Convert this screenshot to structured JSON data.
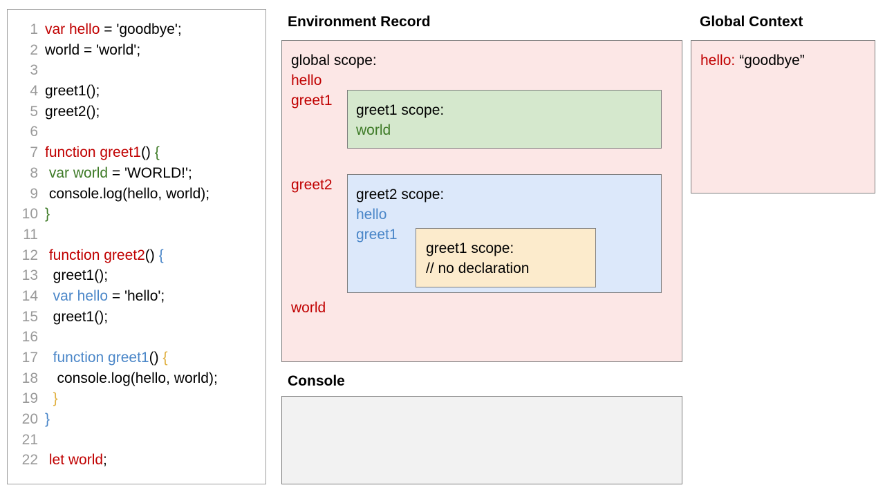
{
  "code_panel": {
    "lines": [
      {
        "num": "1",
        "segments": [
          {
            "text": "var hello",
            "color": "red"
          },
          {
            "text": " = 'goodbye';",
            "color": "black"
          }
        ]
      },
      {
        "num": "2",
        "segments": [
          {
            "text": "world = 'world';",
            "color": "black"
          }
        ]
      },
      {
        "num": "3",
        "segments": [
          {
            "text": "",
            "color": "black"
          }
        ]
      },
      {
        "num": "4",
        "segments": [
          {
            "text": "greet1();",
            "color": "black"
          }
        ]
      },
      {
        "num": "5",
        "segments": [
          {
            "text": "greet2();",
            "color": "black"
          }
        ]
      },
      {
        "num": "6",
        "segments": [
          {
            "text": "",
            "color": "black"
          }
        ]
      },
      {
        "num": "7",
        "segments": [
          {
            "text": "function greet1",
            "color": "red"
          },
          {
            "text": "() ",
            "color": "black"
          },
          {
            "text": "{",
            "color": "green"
          }
        ]
      },
      {
        "num": "8",
        "segments": [
          {
            "text": " ",
            "color": "black"
          },
          {
            "text": "var world",
            "color": "green"
          },
          {
            "text": " = 'WORLD!';",
            "color": "black"
          }
        ]
      },
      {
        "num": "9",
        "segments": [
          {
            "text": " console.log(hello, world);",
            "color": "black"
          }
        ]
      },
      {
        "num": "10",
        "segments": [
          {
            "text": "}",
            "color": "green"
          }
        ]
      },
      {
        "num": "11",
        "segments": [
          {
            "text": "",
            "color": "black"
          }
        ]
      },
      {
        "num": "12",
        "segments": [
          {
            "text": " ",
            "color": "black"
          },
          {
            "text": "function greet2",
            "color": "red"
          },
          {
            "text": "() ",
            "color": "black"
          },
          {
            "text": "{",
            "color": "blue"
          }
        ]
      },
      {
        "num": "13",
        "segments": [
          {
            "text": "  greet1();",
            "color": "black"
          }
        ]
      },
      {
        "num": "14",
        "segments": [
          {
            "text": "  ",
            "color": "black"
          },
          {
            "text": "var hello",
            "color": "blue"
          },
          {
            "text": " = 'hello';",
            "color": "black"
          }
        ]
      },
      {
        "num": "15",
        "segments": [
          {
            "text": "  greet1();",
            "color": "black"
          }
        ]
      },
      {
        "num": "16",
        "segments": [
          {
            "text": "",
            "color": "black"
          }
        ]
      },
      {
        "num": "17",
        "segments": [
          {
            "text": "  ",
            "color": "black"
          },
          {
            "text": "function greet1",
            "color": "blue"
          },
          {
            "text": "() ",
            "color": "black"
          },
          {
            "text": "{",
            "color": "yellow"
          }
        ]
      },
      {
        "num": "18",
        "segments": [
          {
            "text": "   console.log(hello, world);",
            "color": "black"
          }
        ]
      },
      {
        "num": "19",
        "segments": [
          {
            "text": "  ",
            "color": "black"
          },
          {
            "text": "}",
            "color": "yellow"
          }
        ]
      },
      {
        "num": "20",
        "segments": [
          {
            "text": "}",
            "color": "blue"
          }
        ]
      },
      {
        "num": "21",
        "segments": [
          {
            "text": "",
            "color": "black"
          }
        ]
      },
      {
        "num": "22",
        "segments": [
          {
            "text": " ",
            "color": "black"
          },
          {
            "text": "let world",
            "color": "red"
          },
          {
            "text": ";",
            "color": "black"
          }
        ]
      }
    ]
  },
  "environment_record": {
    "heading": "Environment Record",
    "global_scope_title": "global scope:",
    "global_bindings": [
      "hello",
      "greet1",
      "greet2",
      "world"
    ],
    "greet1_scope": {
      "title": "greet1 scope:",
      "bindings": [
        "world"
      ]
    },
    "greet2_scope": {
      "title": "greet2 scope:",
      "bindings": [
        "hello",
        "greet1"
      ],
      "inner_greet1_scope": {
        "title": "greet1 scope:",
        "note": "// no declaration"
      }
    }
  },
  "console": {
    "heading": "Console",
    "output": ""
  },
  "global_context": {
    "heading": "Global Context",
    "entries": [
      {
        "key": "hello:",
        "value": "“goodbye”"
      }
    ]
  },
  "colors": {
    "red": "#c00000",
    "green": "#3d7a26",
    "blue": "#4a86c8",
    "yellow": "#e0b040",
    "pink_fill": "#fce7e6",
    "green_fill": "#d5e8cd",
    "blue_fill": "#dce8fa",
    "yellow_fill": "#fcebcc",
    "gray_fill": "#f2f2f2",
    "border": "#7d7d7d"
  }
}
